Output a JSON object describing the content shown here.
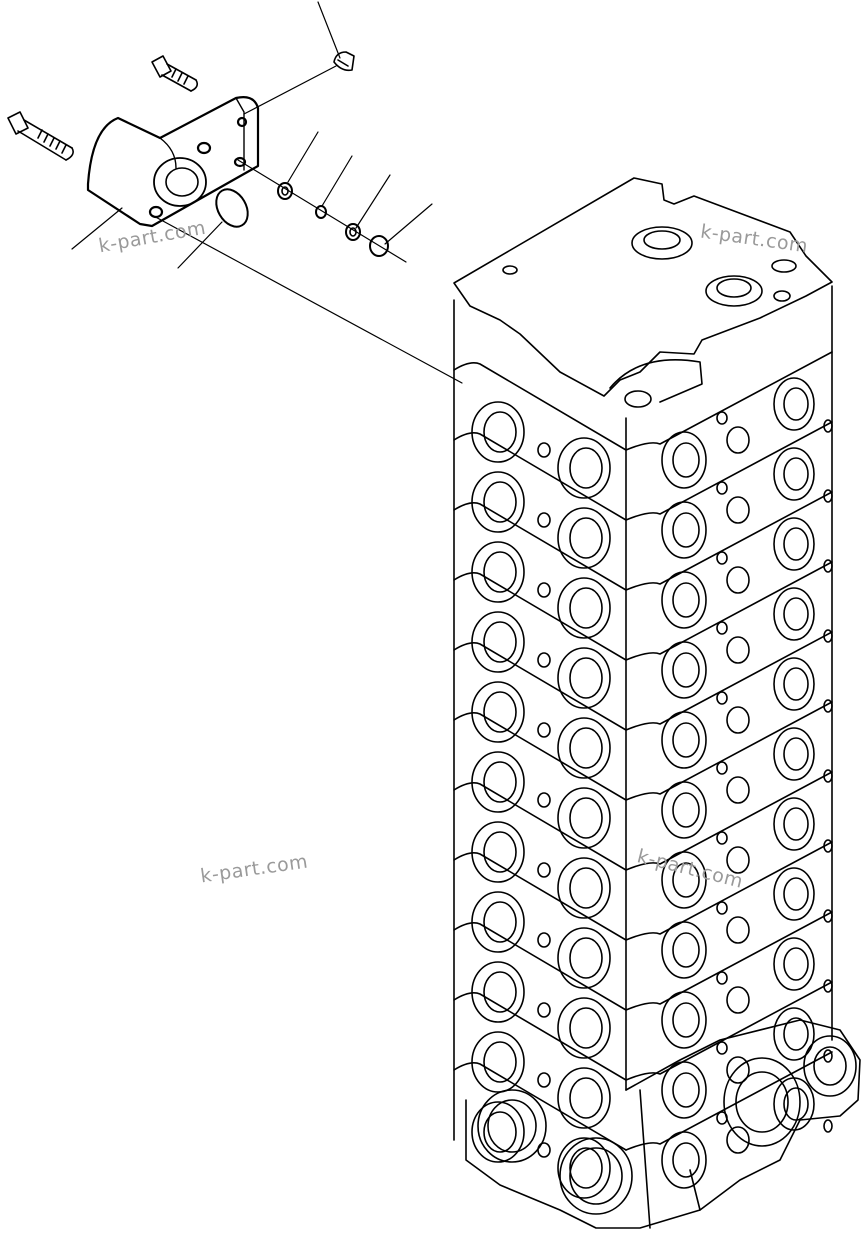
{
  "watermarks": [
    "k-part.com",
    "k-part.com",
    "k-part.com",
    "k-part.com"
  ],
  "diagram": {
    "ink_color": "#000000",
    "watermark_color": "#9a9a9a",
    "section_count": 11,
    "leader_count": 8
  }
}
